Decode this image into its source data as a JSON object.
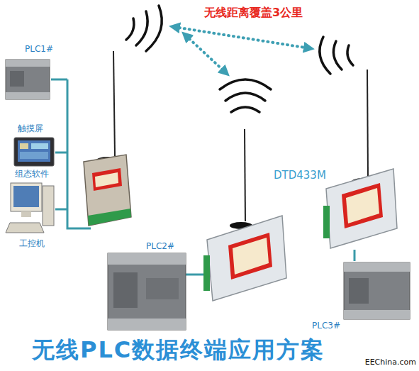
{
  "diagram": {
    "title": "无线PLC数据终端应用方案",
    "nodes": [
      {
        "text": [
          "PLC1#"
        ]
      },
      {
        "text": [
          "触摸屏"
        ]
      },
      {
        "text": [
          "组态软件",
          "工控机"
        ]
      },
      {
        "text": [
          "DTD433M"
        ]
      },
      {
        "text": [
          "PLC2#"
        ]
      },
      {
        "text": [
          "PLC3#"
        ]
      }
    ],
    "edges": [
      {
        "from": 5,
        "to": 3,
        "arrow": "none"
      }
    ],
    "labels": [
      "无线距离覆盖3公里",
      "EEChina.com"
    ]
  }
}
